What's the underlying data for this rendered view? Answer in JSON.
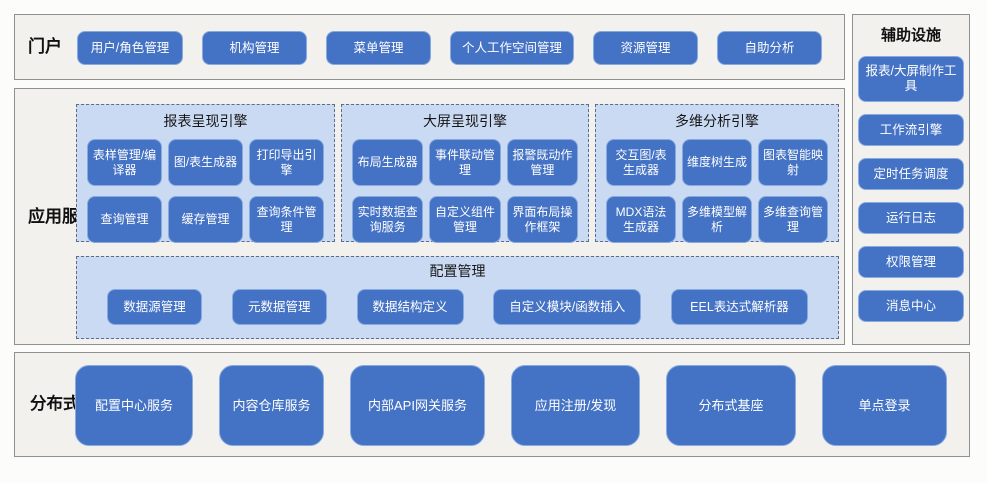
{
  "colors": {
    "node_blue": "#4472c4",
    "node_border": "#87aadf",
    "group_fill": "#cbdaf3",
    "group_dash_border": "#5d6c8e",
    "panel_fill": "#f2f1ee",
    "panel_border": "#909090",
    "text_dark": "#111111",
    "node_text": "#ffffff"
  },
  "portal": {
    "label": "门户",
    "buttons": [
      "用户/角色管理",
      "机构管理",
      "菜单管理",
      "个人工作空间管理",
      "资源管理",
      "自助分析"
    ]
  },
  "app_services": {
    "label": "应用服务",
    "groups": [
      {
        "title": "报表呈现引擎",
        "buttons": [
          "表样管理/编译器",
          "图/表生成器",
          "打印导出引擎",
          "查询管理",
          "缓存管理",
          "查询条件管理"
        ]
      },
      {
        "title": "大屏呈现引擎",
        "buttons": [
          "布局生成器",
          "事件联动管理",
          "报警既动作管理",
          "实时数据查询服务",
          "自定义组件管理",
          "界面布局操作框架"
        ]
      },
      {
        "title": "多维分析引擎",
        "buttons": [
          "交互图/表生成器",
          "维度树生成",
          "图表智能映射",
          "MDX语法生成器",
          "多维模型解析",
          "多维查询管理"
        ]
      }
    ],
    "config": {
      "title": "配置管理",
      "buttons": [
        "数据源管理",
        "元数据管理",
        "数据结构定义",
        "自定义模块/函数插入",
        "EEL表达式解析器"
      ]
    }
  },
  "aux": {
    "label": "辅助设施",
    "buttons": [
      "报表/大屏制作工具",
      "工作流引擎",
      "定时任务调度",
      "运行日志",
      "权限管理",
      "消息中心"
    ]
  },
  "distributed": {
    "label": "分布式基础",
    "buttons": [
      "配置中心服务",
      "内容仓库服务",
      "内部API网关服务",
      "应用注册/发现",
      "分布式基座",
      "单点登录"
    ]
  }
}
